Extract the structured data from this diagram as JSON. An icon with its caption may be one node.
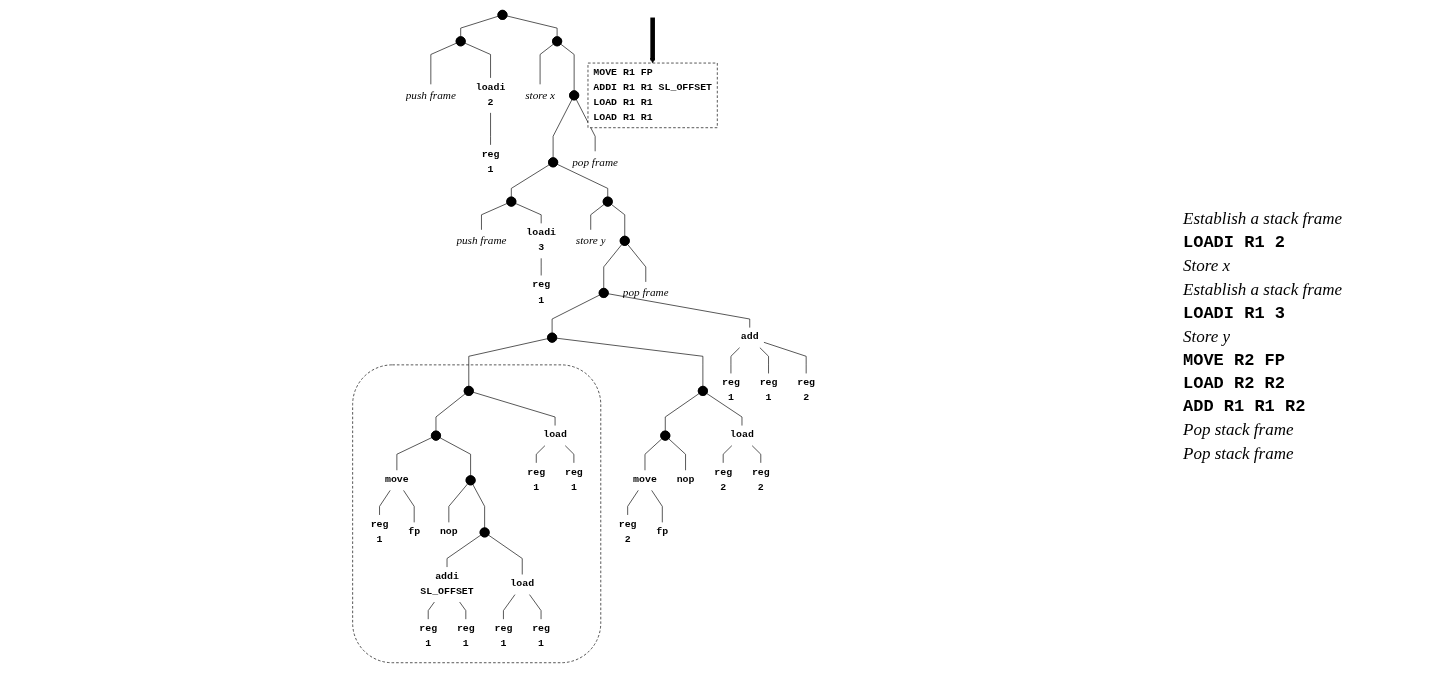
{
  "diagram": {
    "nodes": [
      {
        "text": [],
        "shape": "point"
      },
      {
        "text": [],
        "shape": "point"
      },
      {
        "text": [
          "push frame"
        ]
      },
      {
        "text": [
          "loadi"
        ],
        "beside": [
          "2"
        ]
      },
      {
        "text": [
          "reg",
          "1"
        ]
      },
      {
        "text": [],
        "shape": "point"
      },
      {
        "text": [
          "store x"
        ]
      },
      {
        "text": [],
        "shape": "point"
      },
      {
        "text": [
          "pop frame"
        ]
      },
      {
        "text": [],
        "shape": "point"
      },
      {
        "text": [],
        "shape": "point"
      },
      {
        "text": [
          "push frame"
        ]
      },
      {
        "text": [
          "loadi"
        ],
        "beside": [
          "3"
        ]
      },
      {
        "text": [
          "reg",
          "1"
        ]
      },
      {
        "text": [],
        "shape": "point"
      },
      {
        "text": [
          "store y"
        ]
      },
      {
        "text": [],
        "shape": "point"
      },
      {
        "text": [
          "pop frame"
        ]
      },
      {
        "text": [],
        "shape": "point"
      },
      {
        "text": [],
        "shape": "point"
      },
      {
        "text": [],
        "shape": "outline"
      },
      {
        "text": [],
        "shape": "point",
        "in": 20
      },
      {
        "text": [],
        "shape": "point",
        "in": 20
      },
      {
        "text": [
          "move"
        ],
        "in": 20
      },
      {
        "text": [
          "reg",
          "1"
        ],
        "in": 20
      },
      {
        "text": [
          "fp"
        ],
        "in": 20
      },
      {
        "text": [],
        "shape": "point",
        "in": 20
      },
      {
        "text": [
          "nop"
        ],
        "in": 20
      },
      {
        "text": [],
        "shape": "point",
        "in": 20
      },
      {
        "text": [
          "addi"
        ],
        "beside": [
          "SL_OFFSET"
        ],
        "in": 20
      },
      {
        "text": [
          "reg",
          "1"
        ],
        "in": 20
      },
      {
        "text": [
          "reg",
          "1"
        ],
        "in": 20
      },
      {
        "text": [
          "load"
        ],
        "in": 20
      },
      {
        "text": [
          "reg",
          "1"
        ],
        "in": 20
      },
      {
        "text": [
          "reg",
          "1"
        ],
        "in": 20
      },
      {
        "text": [
          "load"
        ],
        "in": 20
      },
      {
        "text": [
          "reg",
          "1"
        ],
        "in": 20
      },
      {
        "text": [
          "reg",
          "1"
        ],
        "in": 20
      },
      {
        "text": [],
        "shape": "point"
      },
      {
        "text": [],
        "shape": "point"
      },
      {
        "text": [
          "move"
        ]
      },
      {
        "text": [
          "reg",
          "2"
        ]
      },
      {
        "text": [
          "fp"
        ]
      },
      {
        "text": [
          "nop"
        ]
      },
      {
        "text": [
          "load"
        ]
      },
      {
        "text": [
          "reg",
          "2"
        ]
      },
      {
        "text": [
          "reg",
          "2"
        ]
      },
      {
        "text": [
          "add"
        ]
      },
      {
        "text": [
          "reg",
          "1"
        ]
      },
      {
        "text": [
          "reg",
          "1"
        ]
      },
      {
        "text": [
          "reg",
          "2"
        ]
      },
      {
        "text": [
          "MOVE R1 FP",
          "ADDI R1 R1 SL_OFFSET",
          "LOAD R1 R1",
          "LOAD R1 R1"
        ]
      }
    ],
    "edges": [
      {
        "from": 0,
        "to": 1,
        "arrow": "none"
      },
      {
        "from": 0,
        "to": 5,
        "arrow": "none"
      },
      {
        "from": 1,
        "to": 2,
        "arrow": "none"
      },
      {
        "from": 1,
        "to": 3,
        "arrow": "none"
      },
      {
        "from": 3,
        "to": 4,
        "arrow": "none"
      },
      {
        "from": 5,
        "to": 6,
        "arrow": "none"
      },
      {
        "from": 5,
        "to": 7,
        "arrow": "none"
      },
      {
        "from": 7,
        "to": 9,
        "arrow": "none"
      },
      {
        "from": 7,
        "to": 8,
        "arrow": "none"
      },
      {
        "from": 9,
        "to": 10,
        "arrow": "none"
      },
      {
        "from": 9,
        "to": 14,
        "arrow": "none"
      },
      {
        "from": 10,
        "to": 11,
        "arrow": "none"
      },
      {
        "from": 10,
        "to": 12,
        "arrow": "none"
      },
      {
        "from": 12,
        "to": 13,
        "arrow": "none"
      },
      {
        "from": 14,
        "to": 15,
        "arrow": "none"
      },
      {
        "from": 14,
        "to": 16,
        "arrow": "none"
      },
      {
        "from": 16,
        "to": 18,
        "arrow": "none"
      },
      {
        "from": 16,
        "to": 17,
        "arrow": "none"
      },
      {
        "from": 18,
        "to": 19,
        "arrow": "none"
      },
      {
        "from": 18,
        "to": 47,
        "arrow": "none"
      },
      {
        "from": 19,
        "to": 21,
        "arrow": "none"
      },
      {
        "from": 19,
        "to": 38,
        "arrow": "none"
      },
      {
        "from": 21,
        "to": 22,
        "arrow": "none"
      },
      {
        "from": 21,
        "to": 35,
        "arrow": "none"
      },
      {
        "from": 22,
        "to": 23,
        "arrow": "none"
      },
      {
        "from": 22,
        "to": 26,
        "arrow": "none"
      },
      {
        "from": 23,
        "to": 24,
        "arrow": "none"
      },
      {
        "from": 23,
        "to": 25,
        "arrow": "none"
      },
      {
        "from": 26,
        "to": 27,
        "arrow": "none"
      },
      {
        "from": 26,
        "to": 28,
        "arrow": "none"
      },
      {
        "from": 28,
        "to": 29,
        "arrow": "none"
      },
      {
        "from": 28,
        "to": 32,
        "arrow": "none"
      },
      {
        "from": 29,
        "to": 30,
        "arrow": "none"
      },
      {
        "from": 29,
        "to": 31,
        "arrow": "none"
      },
      {
        "from": 32,
        "to": 33,
        "arrow": "none"
      },
      {
        "from": 32,
        "to": 34,
        "arrow": "none"
      },
      {
        "from": 35,
        "to": 36,
        "arrow": "none"
      },
      {
        "from": 35,
        "to": 37,
        "arrow": "none"
      },
      {
        "from": 38,
        "to": 39,
        "arrow": "none"
      },
      {
        "from": 38,
        "to": 44,
        "arrow": "none"
      },
      {
        "from": 39,
        "to": 40,
        "arrow": "none"
      },
      {
        "from": 39,
        "to": 43,
        "arrow": "none"
      },
      {
        "from": 40,
        "to": 41,
        "arrow": "none"
      },
      {
        "from": 40,
        "to": 42,
        "arrow": "none"
      },
      {
        "from": 44,
        "to": 45,
        "arrow": "none"
      },
      {
        "from": 44,
        "to": 46,
        "arrow": "none"
      },
      {
        "from": 47,
        "to": 48,
        "arrow": "none"
      },
      {
        "from": 47,
        "to": 49,
        "arrow": "none"
      },
      {
        "from": 47,
        "to": 50,
        "arrow": "none"
      },
      {
        "from": null,
        "to": 51,
        "arrow": "to",
        "style": "thick"
      }
    ],
    "labels": [
      "Establish a stack frame",
      "LOADI R1 2",
      "Store x",
      "Establish a stack frame",
      "LOADI R1 3",
      "Store y",
      "MOVE R2 FP",
      "LOAD R2 R2",
      "ADD R1 R1 R2",
      "Pop stack frame",
      "Pop stack frame"
    ]
  }
}
